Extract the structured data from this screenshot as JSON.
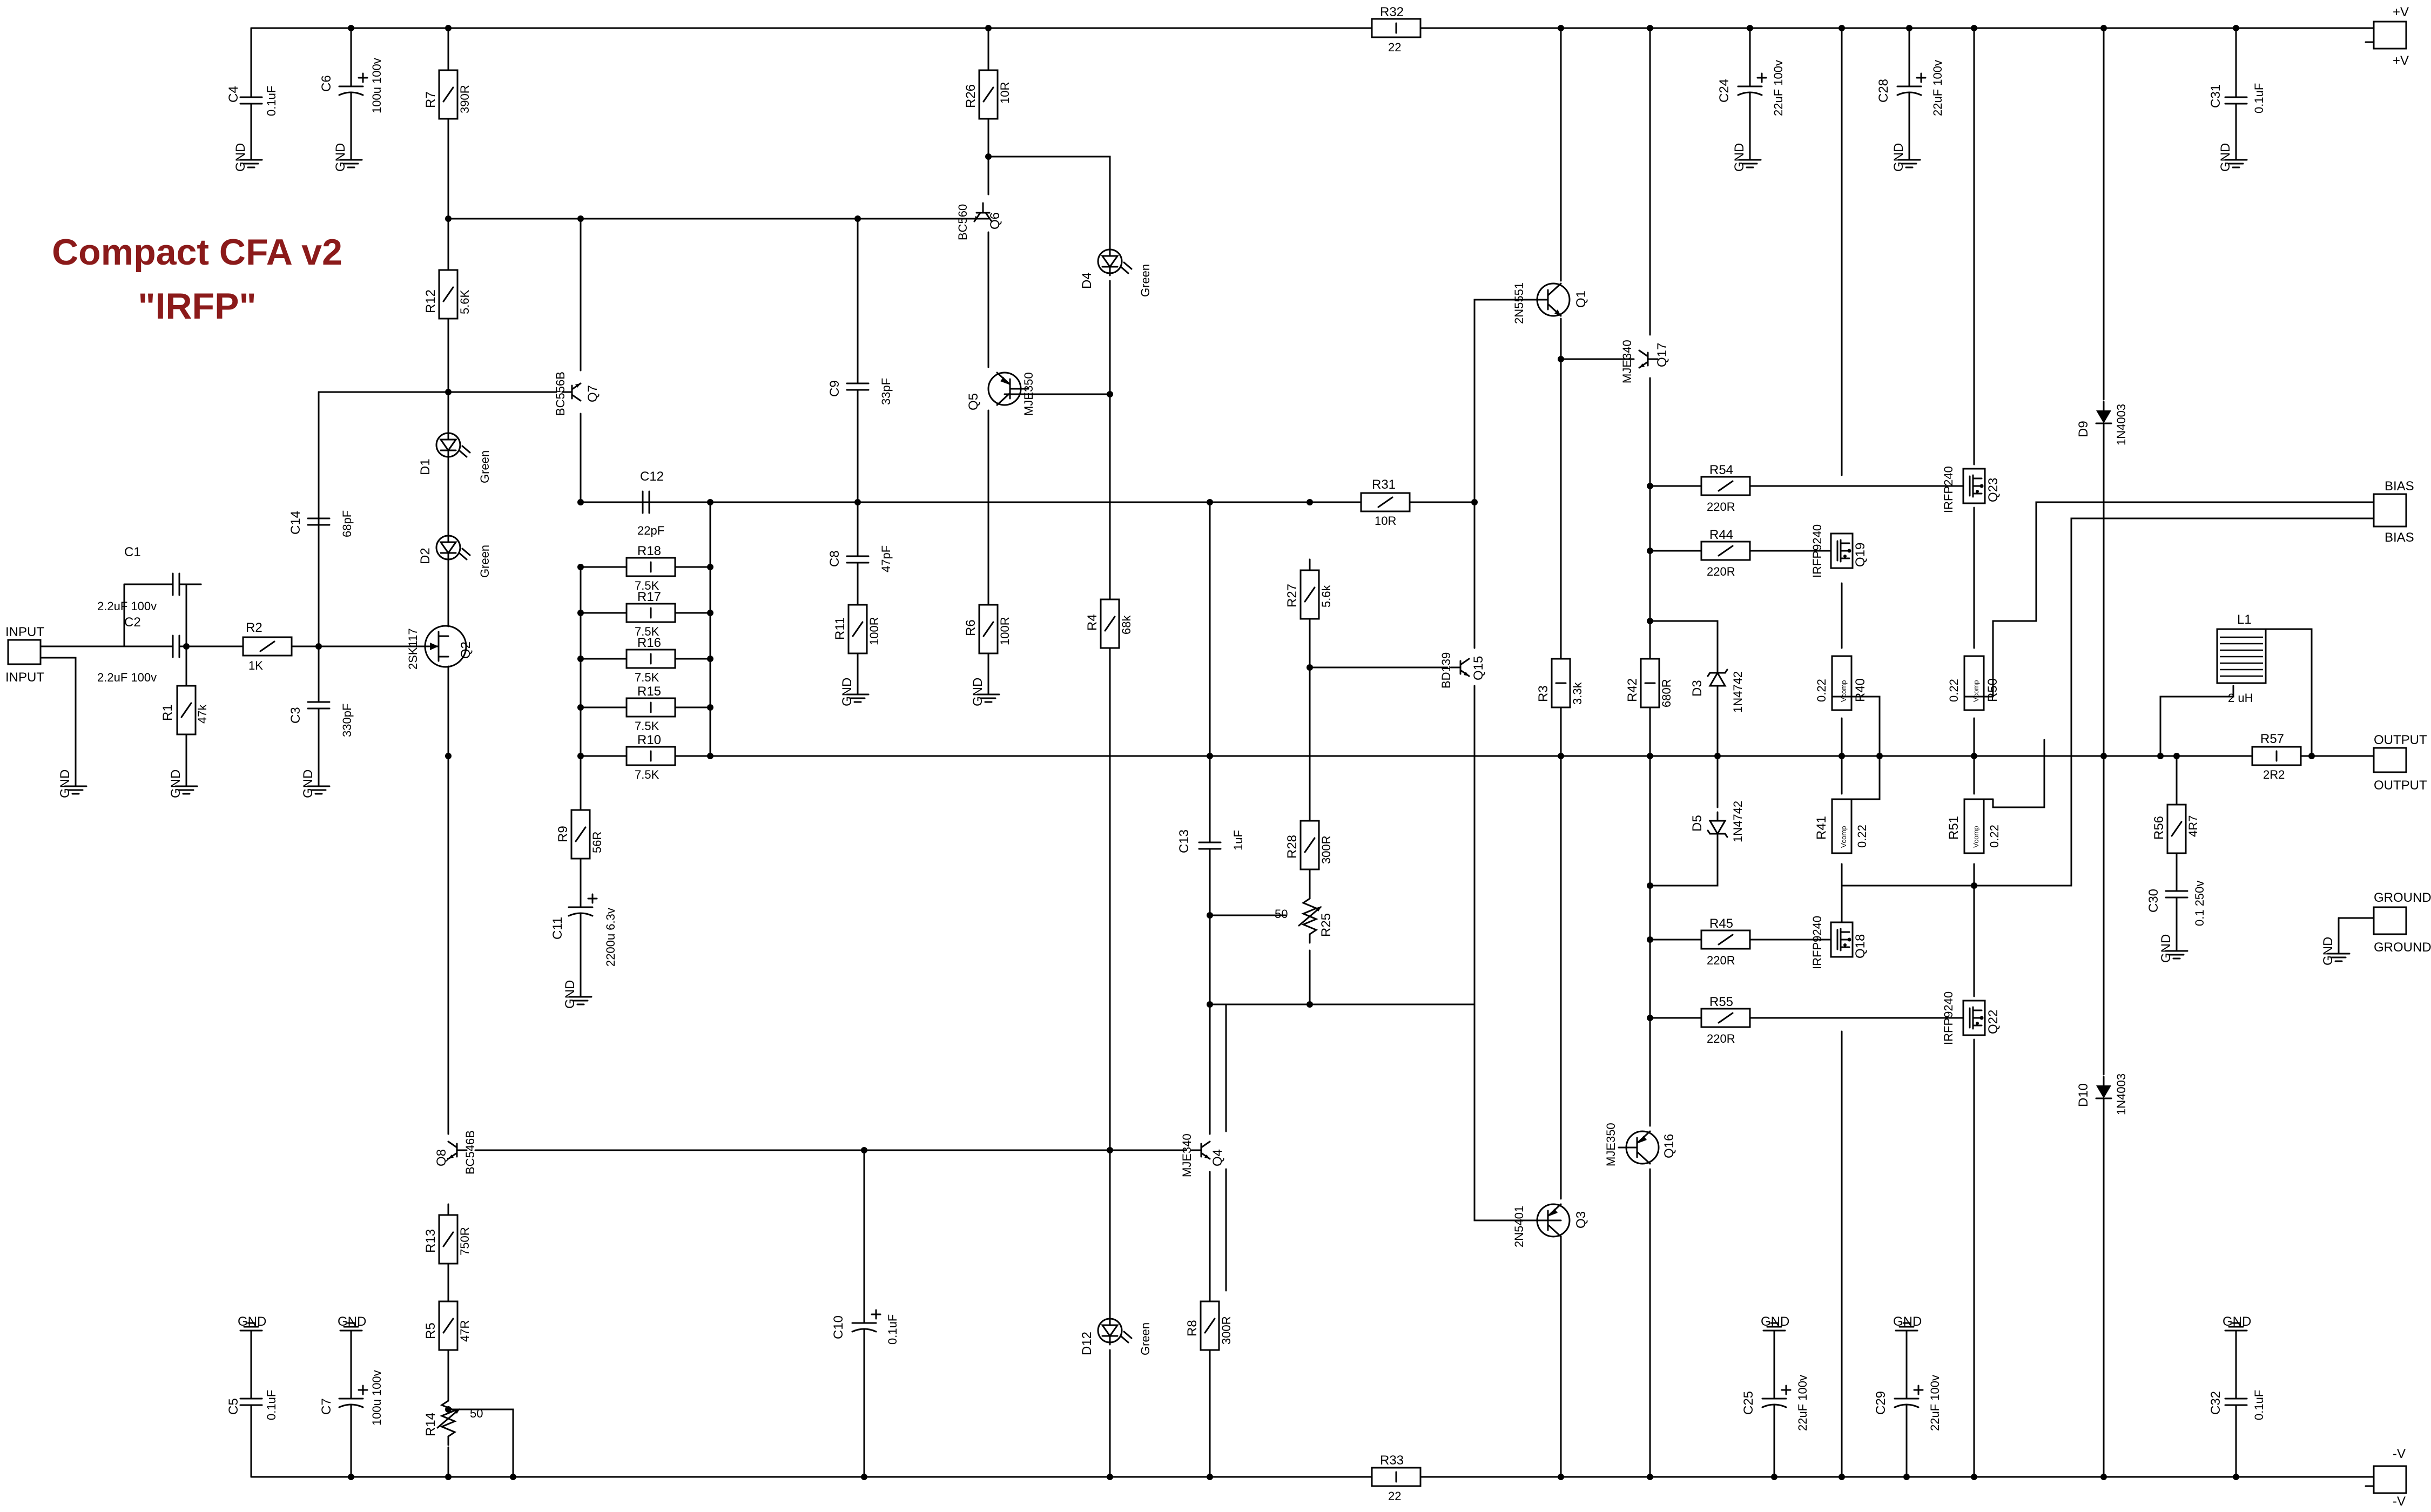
{
  "title": {
    "line1": "Compact CFA v2",
    "line2": "\"IRFP\""
  },
  "rail_labels": {
    "v_pos": "+V",
    "v_neg": "-V",
    "gnd": "GND"
  },
  "connectors": [
    {
      "id": "input",
      "name": "INPUT",
      "label": "INPUT"
    },
    {
      "id": "vpos",
      "name": "+V",
      "label": "+V"
    },
    {
      "id": "vneg",
      "name": "-V",
      "label": "-V"
    },
    {
      "id": "bias",
      "name": "BIAS",
      "label": "BIAS"
    },
    {
      "id": "output",
      "name": "OUTPUT",
      "label": "OUTPUT"
    },
    {
      "id": "ground",
      "name": "GROUND",
      "label": "GROUND"
    }
  ],
  "components": {
    "R1": {
      "name": "R1",
      "value": "47k"
    },
    "R2": {
      "name": "R2",
      "value": "1K"
    },
    "R3": {
      "name": "R3",
      "value": "3.3k"
    },
    "R4": {
      "name": "R4",
      "value": "68k"
    },
    "R5": {
      "name": "R5",
      "value": "47R"
    },
    "R6": {
      "name": "R6",
      "value": "100R"
    },
    "R7": {
      "name": "R7",
      "value": "390R"
    },
    "R8": {
      "name": "R8",
      "value": "300R"
    },
    "R9": {
      "name": "R9",
      "value": "56R"
    },
    "R10": {
      "name": "R10",
      "value": "7.5K"
    },
    "R11": {
      "name": "R11",
      "value": "100R"
    },
    "R12": {
      "name": "R12",
      "value": "5.6K"
    },
    "R13": {
      "name": "R13",
      "value": "750R"
    },
    "R14": {
      "name": "R14",
      "value": "50"
    },
    "R15": {
      "name": "R15",
      "value": "7.5K"
    },
    "R16": {
      "name": "R16",
      "value": "7.5K"
    },
    "R17": {
      "name": "R17",
      "value": "7.5K"
    },
    "R18": {
      "name": "R18",
      "value": "7.5K"
    },
    "R25": {
      "name": "R25",
      "value": "50"
    },
    "R26": {
      "name": "R26",
      "value": "10R"
    },
    "R27": {
      "name": "R27",
      "value": "5.6k"
    },
    "R28": {
      "name": "R28",
      "value": "300R"
    },
    "R31": {
      "name": "R31",
      "value": "10R"
    },
    "R32": {
      "name": "R32",
      "value": "22"
    },
    "R33": {
      "name": "R33",
      "value": "22"
    },
    "R40": {
      "name": "R40",
      "value": "0.22"
    },
    "R41": {
      "name": "R41",
      "value": "0.22"
    },
    "R42": {
      "name": "R42",
      "value": "680R"
    },
    "R44": {
      "name": "R44",
      "value": "220R"
    },
    "R45": {
      "name": "R45",
      "value": "220R"
    },
    "R50": {
      "name": "R50",
      "value": "0.22"
    },
    "R51": {
      "name": "R51",
      "value": "0.22"
    },
    "R54": {
      "name": "R54",
      "value": "220R"
    },
    "R55": {
      "name": "R55",
      "value": "220R"
    },
    "R56": {
      "name": "R56",
      "value": "4R7"
    },
    "R57": {
      "name": "R57",
      "value": "2R2"
    },
    "C1": {
      "name": "C1",
      "value": "2.2uF 100v"
    },
    "C2": {
      "name": "C2",
      "value": "2.2uF 100v"
    },
    "C3": {
      "name": "C3",
      "value": "330pF"
    },
    "C4": {
      "name": "C4",
      "value": "0.1uF"
    },
    "C5": {
      "name": "C5",
      "value": "0.1uF"
    },
    "C6": {
      "name": "C6",
      "value": "100u 100v"
    },
    "C7": {
      "name": "C7",
      "value": "100u 100v"
    },
    "C8": {
      "name": "C8",
      "value": "47pF"
    },
    "C9": {
      "name": "C9",
      "value": "33pF"
    },
    "C10": {
      "name": "C10",
      "value": "0.1uF"
    },
    "C11": {
      "name": "C11",
      "value": "2200u 6.3v"
    },
    "C12": {
      "name": "C12",
      "value": "22pF"
    },
    "C13": {
      "name": "C13",
      "value": "1uF"
    },
    "C14": {
      "name": "C14",
      "value": "68pF"
    },
    "C24": {
      "name": "C24",
      "value": "22uF 100v"
    },
    "C25": {
      "name": "C25",
      "value": "22uF 100v"
    },
    "C28": {
      "name": "C28",
      "value": "22uF 100v"
    },
    "C29": {
      "name": "C29",
      "value": "22uF 100v"
    },
    "C30": {
      "name": "C30",
      "value": "0.1 250v"
    },
    "C31": {
      "name": "C31",
      "value": "0.1uF"
    },
    "C32": {
      "name": "C32",
      "value": "0.1uF"
    },
    "D1": {
      "name": "D1",
      "value": "Green"
    },
    "D2": {
      "name": "D2",
      "value": "Green"
    },
    "D3": {
      "name": "D3",
      "value": "1N4742"
    },
    "D4": {
      "name": "D4",
      "value": "Green"
    },
    "D5": {
      "name": "D5",
      "value": "1N4742"
    },
    "D9": {
      "name": "D9",
      "value": "1N4003"
    },
    "D10": {
      "name": "D10",
      "value": "1N4003"
    },
    "D12": {
      "name": "D12",
      "value": "Green"
    },
    "Q1": {
      "name": "Q1",
      "value": "2N5551"
    },
    "Q2": {
      "name": "Q2",
      "value": "2SK117"
    },
    "Q3": {
      "name": "Q3",
      "value": "2N5401"
    },
    "Q4": {
      "name": "Q4",
      "value": "MJE340"
    },
    "Q5": {
      "name": "Q5",
      "value": "MJE350"
    },
    "Q6": {
      "name": "Q6",
      "value": "BC560"
    },
    "Q7": {
      "name": "Q7",
      "value": "BC556B"
    },
    "Q8": {
      "name": "Q8",
      "value": "BC546B"
    },
    "Q15": {
      "name": "Q15",
      "value": "BD139"
    },
    "Q16": {
      "name": "Q16",
      "value": "MJE350"
    },
    "Q17": {
      "name": "Q17",
      "value": "MJE340"
    },
    "Q18": {
      "name": "Q18",
      "value": "IRFP9240"
    },
    "Q19": {
      "name": "Q19",
      "value": "IRFP9240"
    },
    "Q22": {
      "name": "Q22",
      "value": "IRFP9240"
    },
    "Q23": {
      "name": "Q23",
      "value": "IRFP240"
    },
    "L1": {
      "name": "L1",
      "value": "2 uH"
    }
  }
}
